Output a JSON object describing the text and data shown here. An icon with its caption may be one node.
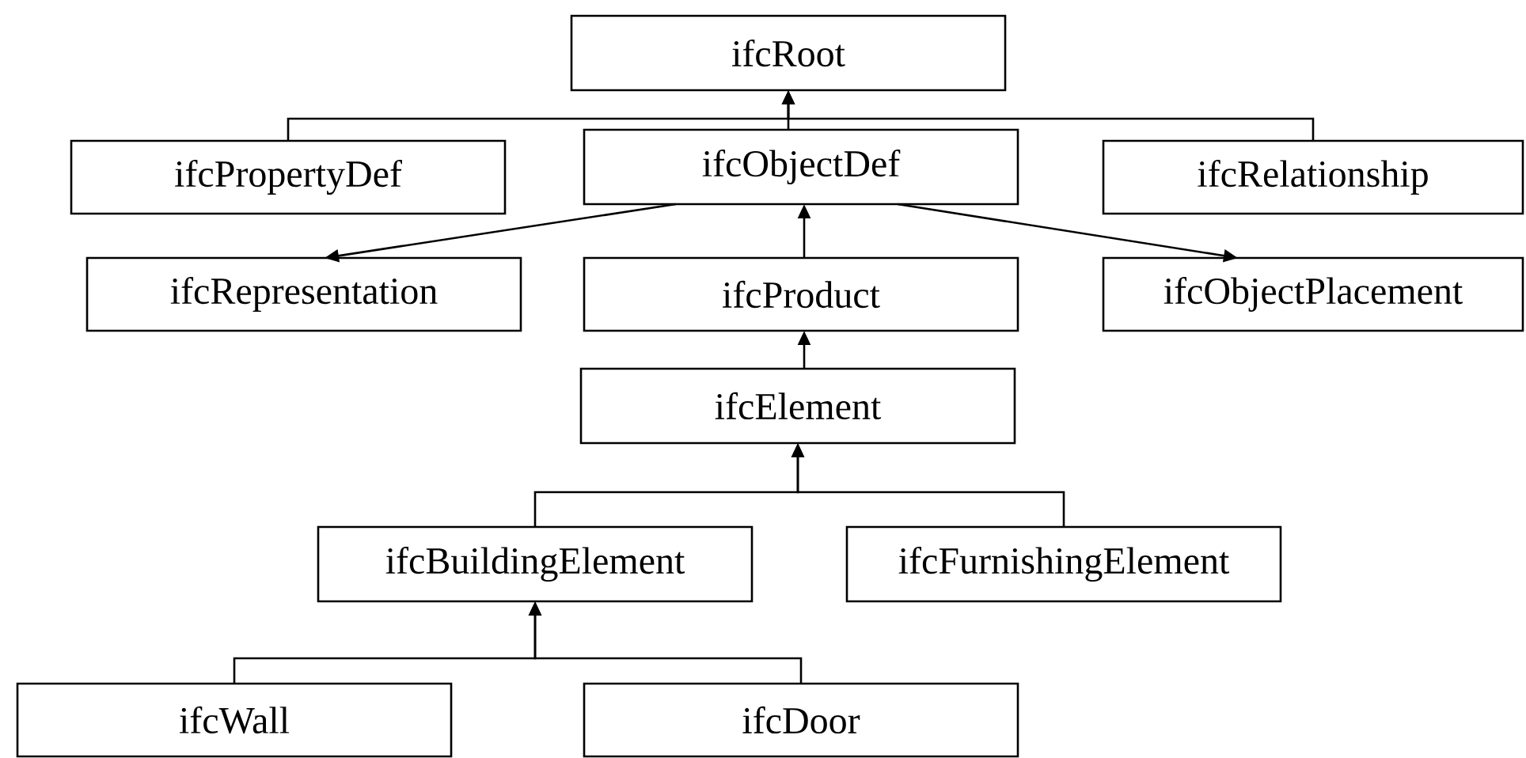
{
  "diagram": {
    "nodes": [
      {
        "text": [
          "ifcRoot"
        ]
      },
      {
        "text": [
          "ifcPropertyDef"
        ]
      },
      {
        "text": [
          "ifcObjectDef"
        ]
      },
      {
        "text": [
          "ifcRelationship"
        ]
      },
      {
        "text": [
          "ifcRepresentation"
        ]
      },
      {
        "text": [
          "ifcProduct"
        ]
      },
      {
        "text": [
          "ifcObjectPlacement"
        ]
      },
      {
        "text": [
          "ifcElement"
        ]
      },
      {
        "text": [
          "ifcBuildingElement"
        ]
      },
      {
        "text": [
          "ifcFurnishingElement"
        ]
      },
      {
        "text": [
          "ifcWall"
        ]
      },
      {
        "text": [
          "ifcDoor"
        ]
      }
    ],
    "edges": [
      {
        "from": 1,
        "to": 0,
        "arrow": "to"
      },
      {
        "from": 2,
        "to": 0,
        "arrow": "to"
      },
      {
        "from": 3,
        "to": 0,
        "arrow": "to"
      },
      {
        "from": 2,
        "to": 4,
        "arrow": "to"
      },
      {
        "from": 5,
        "to": 2,
        "arrow": "to"
      },
      {
        "from": 2,
        "to": 6,
        "arrow": "to"
      },
      {
        "from": 7,
        "to": 5,
        "arrow": "to"
      },
      {
        "from": 8,
        "to": 7,
        "arrow": "to"
      },
      {
        "from": 9,
        "to": 7,
        "arrow": "to"
      },
      {
        "from": 10,
        "to": 8,
        "arrow": "to"
      },
      {
        "from": 11,
        "to": 8,
        "arrow": "to"
      }
    ]
  }
}
